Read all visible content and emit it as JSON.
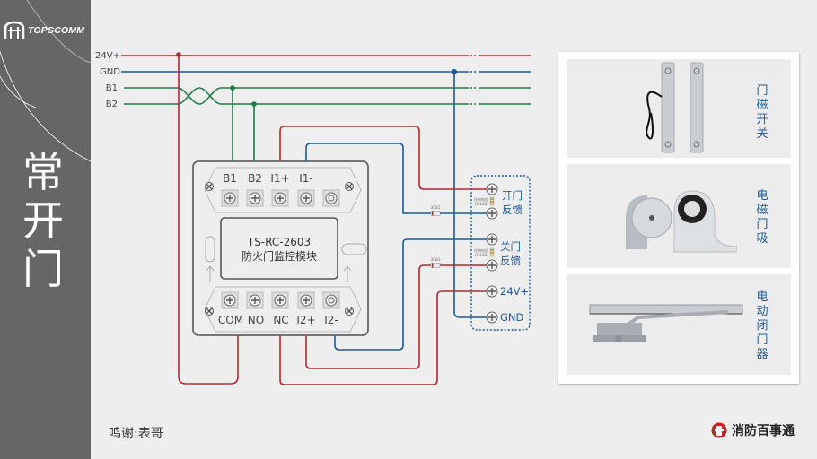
{
  "sidebar": {
    "logo_text": "TOPSCOMM",
    "title_chars": [
      "常",
      "开",
      "门"
    ]
  },
  "bus": {
    "lines": [
      {
        "label": "24V+",
        "color": "#b22a30"
      },
      {
        "label": "GND",
        "color": "#1f5a94"
      },
      {
        "label": "B1",
        "color": "#1e7a46"
      },
      {
        "label": "B2",
        "color": "#1e7a46"
      }
    ]
  },
  "module": {
    "model": "TS-RC-2603",
    "name": "防火门监控模块",
    "top_terminals": [
      "B1",
      "B2",
      "I1+",
      "I1-"
    ],
    "bottom_terminals": [
      "COM",
      "NO",
      "NC",
      "I2+",
      "I2-"
    ]
  },
  "door_terminals": {
    "groups": [
      {
        "label_chars": [
          "开门",
          "反馈"
        ]
      },
      {
        "label_chars": [
          "关门",
          "反馈"
        ]
      }
    ],
    "power": [
      {
        "label": "24V+"
      },
      {
        "label": "GND"
      }
    ],
    "end_resistor_label": "终端电阻",
    "end_resistor_value": "(5.1KΩ)",
    "series_resistor_value": "300Ω"
  },
  "products": [
    {
      "name_chars": [
        "门",
        "磁",
        "开",
        "关"
      ],
      "icon": "door-magnetic-switch"
    },
    {
      "name_chars": [
        "电",
        "磁",
        "门",
        "吸"
      ],
      "icon": "electromagnetic-door-holder"
    },
    {
      "name_chars": [
        "电",
        "动",
        "闭",
        "门",
        "器"
      ],
      "icon": "electric-door-closer"
    }
  ],
  "footer": {
    "credit": "鸣谢:表哥",
    "brand": "消防百事通"
  },
  "colors": {
    "power": "#b22a30",
    "ground": "#1f5a94",
    "bus": "#1e7a46",
    "sidebar": "#666667"
  }
}
